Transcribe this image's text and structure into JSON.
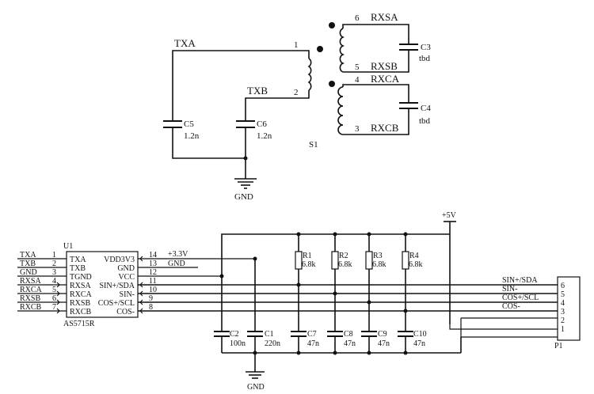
{
  "transformer": {
    "ref": "S1",
    "primary_nets": [
      "TXA",
      "TXB"
    ],
    "primary_pins": [
      "1",
      "2"
    ],
    "secondary_pins": [
      "6",
      "5",
      "4",
      "3"
    ],
    "secondary_nets": [
      "RXSA",
      "RXSB",
      "RXCA",
      "RXCB"
    ],
    "caps": [
      {
        "ref": "C5",
        "value": "1.2n"
      },
      {
        "ref": "C6",
        "value": "1.2n"
      },
      {
        "ref": "C3",
        "value": "tbd"
      },
      {
        "ref": "C4",
        "value": "tbd"
      }
    ],
    "gnd_label": "GND"
  },
  "ic": {
    "ref": "U1",
    "part": "AS5715R",
    "left_pins": [
      {
        "num": "1",
        "name": "TXA",
        "net": "TXA"
      },
      {
        "num": "2",
        "name": "TXB",
        "net": "TXB"
      },
      {
        "num": "3",
        "name": "TGND",
        "net": "GND"
      },
      {
        "num": "4",
        "name": "RXSA",
        "net": "RXSA"
      },
      {
        "num": "5",
        "name": "RXCA",
        "net": "RXCA"
      },
      {
        "num": "6",
        "name": "RXSB",
        "net": "RXSB"
      },
      {
        "num": "7",
        "name": "RXCB",
        "net": "RXCB"
      }
    ],
    "right_pins": [
      {
        "num": "14",
        "name": "VDD3V3"
      },
      {
        "num": "13",
        "name": "GND"
      },
      {
        "num": "12",
        "name": "VCC"
      },
      {
        "num": "11",
        "name": "SIN+/SDA"
      },
      {
        "num": "10",
        "name": "SIN-"
      },
      {
        "num": "9",
        "name": "COS+/SCL"
      },
      {
        "num": "8",
        "name": "COS-"
      }
    ],
    "right_nets": [
      "+3.3V",
      "GND"
    ]
  },
  "supply_label": "+5V",
  "gnd_bottom_label": "GND",
  "resistors": [
    {
      "ref": "R1",
      "value": "6.8k"
    },
    {
      "ref": "R2",
      "value": "6.8k"
    },
    {
      "ref": "R3",
      "value": "6.8k"
    },
    {
      "ref": "R4",
      "value": "6.8k"
    }
  ],
  "bottom_caps": [
    {
      "ref": "C2",
      "value": "100n"
    },
    {
      "ref": "C1",
      "value": "220n"
    },
    {
      "ref": "C7",
      "value": "47n"
    },
    {
      "ref": "C8",
      "value": "47n"
    },
    {
      "ref": "C9",
      "value": "47n"
    },
    {
      "ref": "C10",
      "value": "47n"
    }
  ],
  "connector": {
    "ref": "P1",
    "pins": [
      "6",
      "5",
      "4",
      "3",
      "2",
      "1"
    ],
    "nets": [
      "SIN+/SDA",
      "SIN-",
      "COS+/SCL",
      "COS-"
    ]
  }
}
